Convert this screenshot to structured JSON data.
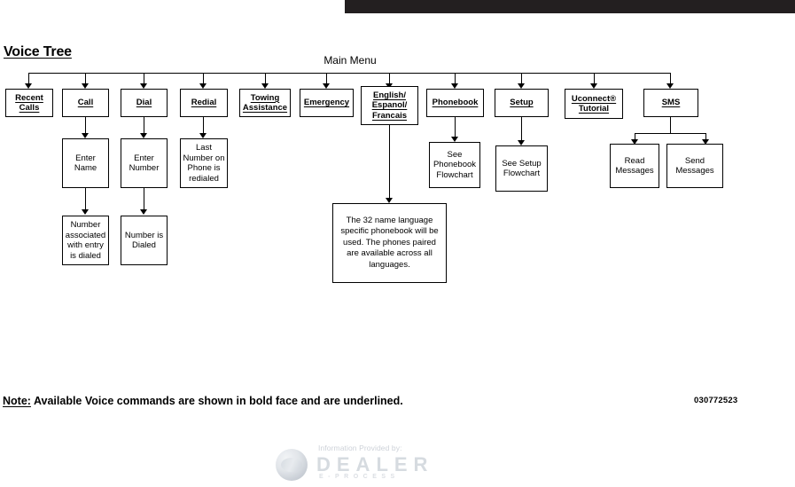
{
  "page": {
    "title": "Voice Tree",
    "root_label": "Main Menu",
    "figure_number": "030772523",
    "top_bar_color": "#231f20"
  },
  "note": {
    "lead": "Note:",
    "text": " Available Voice commands are shown in bold face and are underlined."
  },
  "nodes": {
    "recent_calls": "Recent\nCalls",
    "recent_calls_l1": "Recent",
    "recent_calls_l2": "Calls",
    "call": "Call",
    "dial": "Dial",
    "redial": "Redial",
    "towing_l1": "Towing",
    "towing_l2": "Assistance",
    "emergency": "Emergency",
    "lang_l1": "English/",
    "lang_l2": "Espanol/",
    "lang_l3": "Francais",
    "phonebook": "Phonebook",
    "setup": "Setup",
    "uconnect_l1": "Uconnect®",
    "uconnect_l2": "Tutorial",
    "sms": "SMS",
    "enter_name": "Enter Name",
    "enter_number": "Enter Number",
    "last_number_redialed": "Last Number on Phone is redialed",
    "see_phonebook_flowchart": "See Phonebook Flowchart",
    "see_setup_flowchart": "See Setup Flowchart",
    "read_messages": "Read Messages",
    "send_messages": "Send Messages",
    "number_associated": "Number associated with entry is dialed",
    "number_is_dialed": "Number is Dialed",
    "language_note": "The 32 name language specific phonebook will be used. The phones paired are available across all languages."
  },
  "watermark": {
    "provided_by": "Information Provided by:",
    "brand": "DEALER",
    "sub": "E-PROCESS"
  }
}
